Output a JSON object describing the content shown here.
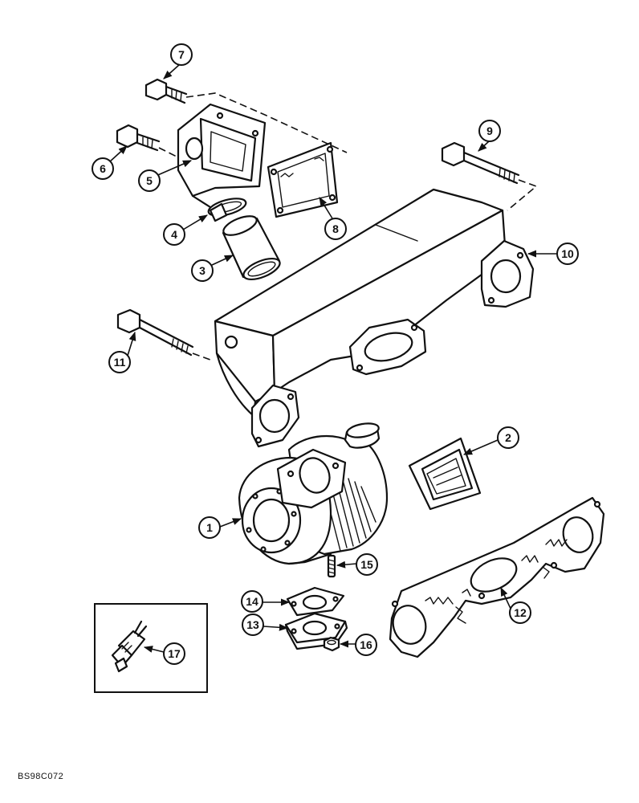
{
  "figure": {
    "reference_code": "BS98C072"
  },
  "callouts": {
    "c1": "1",
    "c2": "2",
    "c3": "3",
    "c4": "4",
    "c5": "5",
    "c6": "6",
    "c7": "7",
    "c8": "8",
    "c9": "9",
    "c10": "10",
    "c11": "11",
    "c12": "12",
    "c13": "13",
    "c14": "14",
    "c15": "15",
    "c16": "16",
    "c17": "17"
  }
}
